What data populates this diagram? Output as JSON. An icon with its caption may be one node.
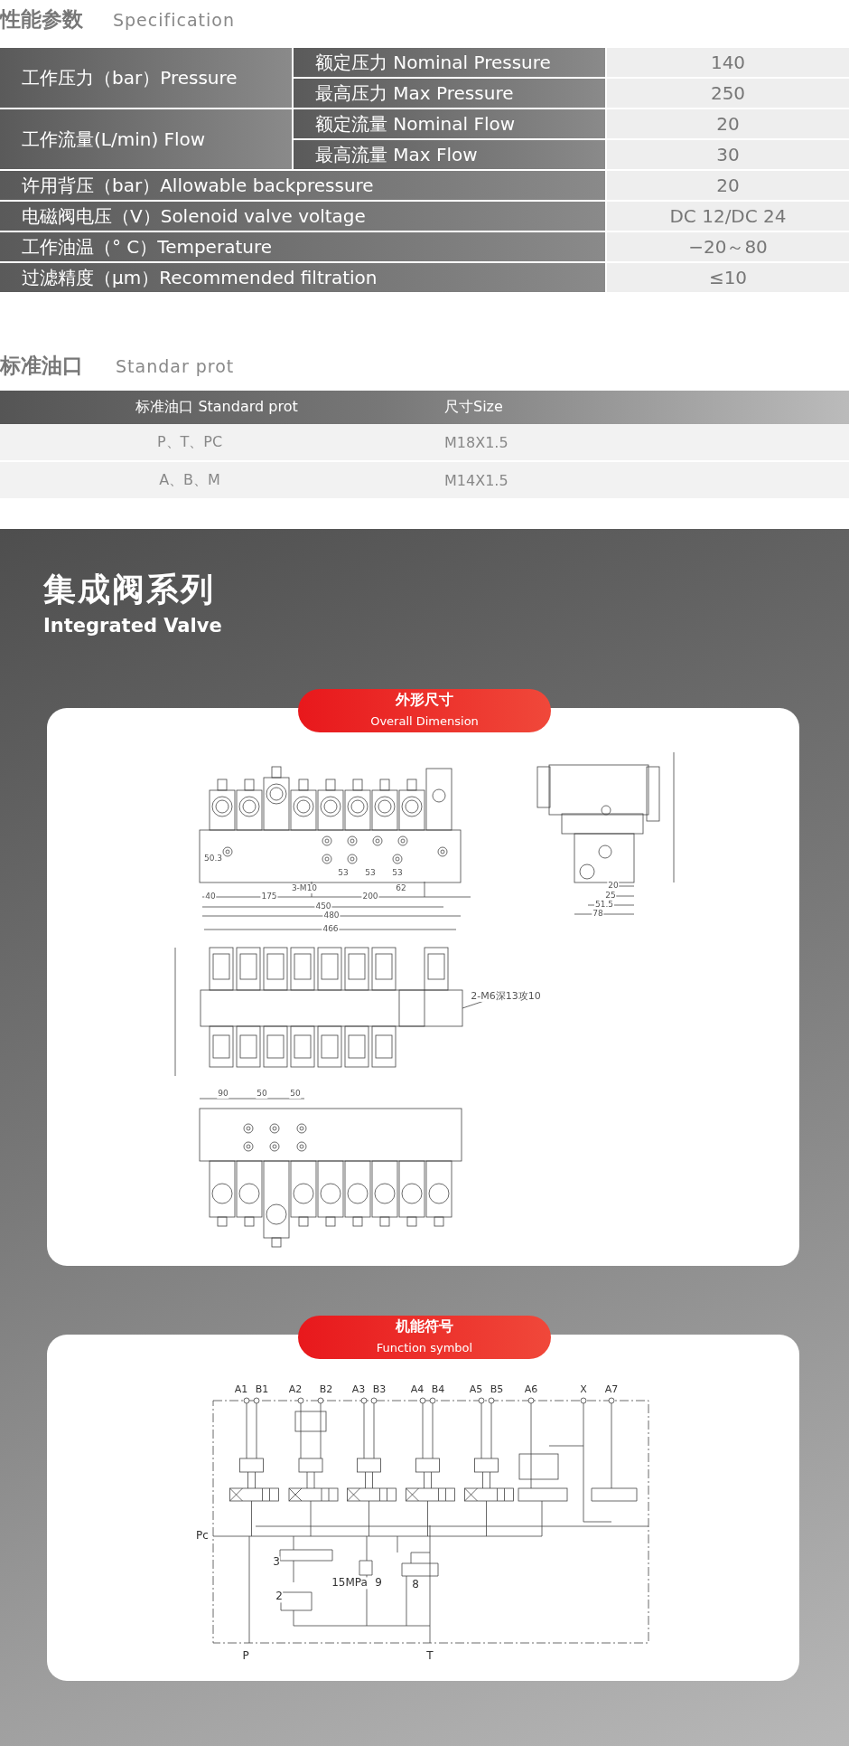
{
  "diagram": {
    "title": "集成阀系列",
    "labels": [
      "性能参数",
      "Specification",
      "工作压力（bar）Pressure",
      "额定压力 Nominal Pressure",
      "140",
      "最高压力 Max Pressure",
      "250",
      "工作流量(L/min) Flow",
      "额定流量 Nominal Flow",
      "20",
      "最高流量 Max Flow",
      "30",
      "许用背压（bar）Allowable backpressure",
      "20",
      "电磁阀电压（V）Solenoid valve voltage",
      "DC 12/DC 24",
      "工作油温（° C）Temperature",
      "−20～80",
      "过滤精度（μm）Recommended filtration",
      "≤10",
      "标准油口",
      "Standar prot",
      "标准油口 Standard prot",
      "尺寸Size",
      "P、T、PC",
      "M18X1.5",
      "A、B、M",
      "M14X1.5",
      "Integrated Valve",
      "外形尺寸",
      "Overall Dimension",
      "50.3",
      "53",
      "53",
      "53",
      "3-M10",
      "62",
      "40",
      "175",
      "200",
      "450",
      "480",
      "20",
      "25",
      "51.5",
      "78",
      "466",
      "2-M6深13攻10",
      "90",
      "50",
      "50",
      "机能符号",
      "Function symbol",
      "A1",
      "B1",
      "A2",
      "B2",
      "A3",
      "B3",
      "A4",
      "B4",
      "A5",
      "B5",
      "A6",
      "X",
      "A7",
      "Pc",
      "3",
      "2",
      "15MPa",
      "9",
      "8",
      "P",
      "T"
    ]
  }
}
